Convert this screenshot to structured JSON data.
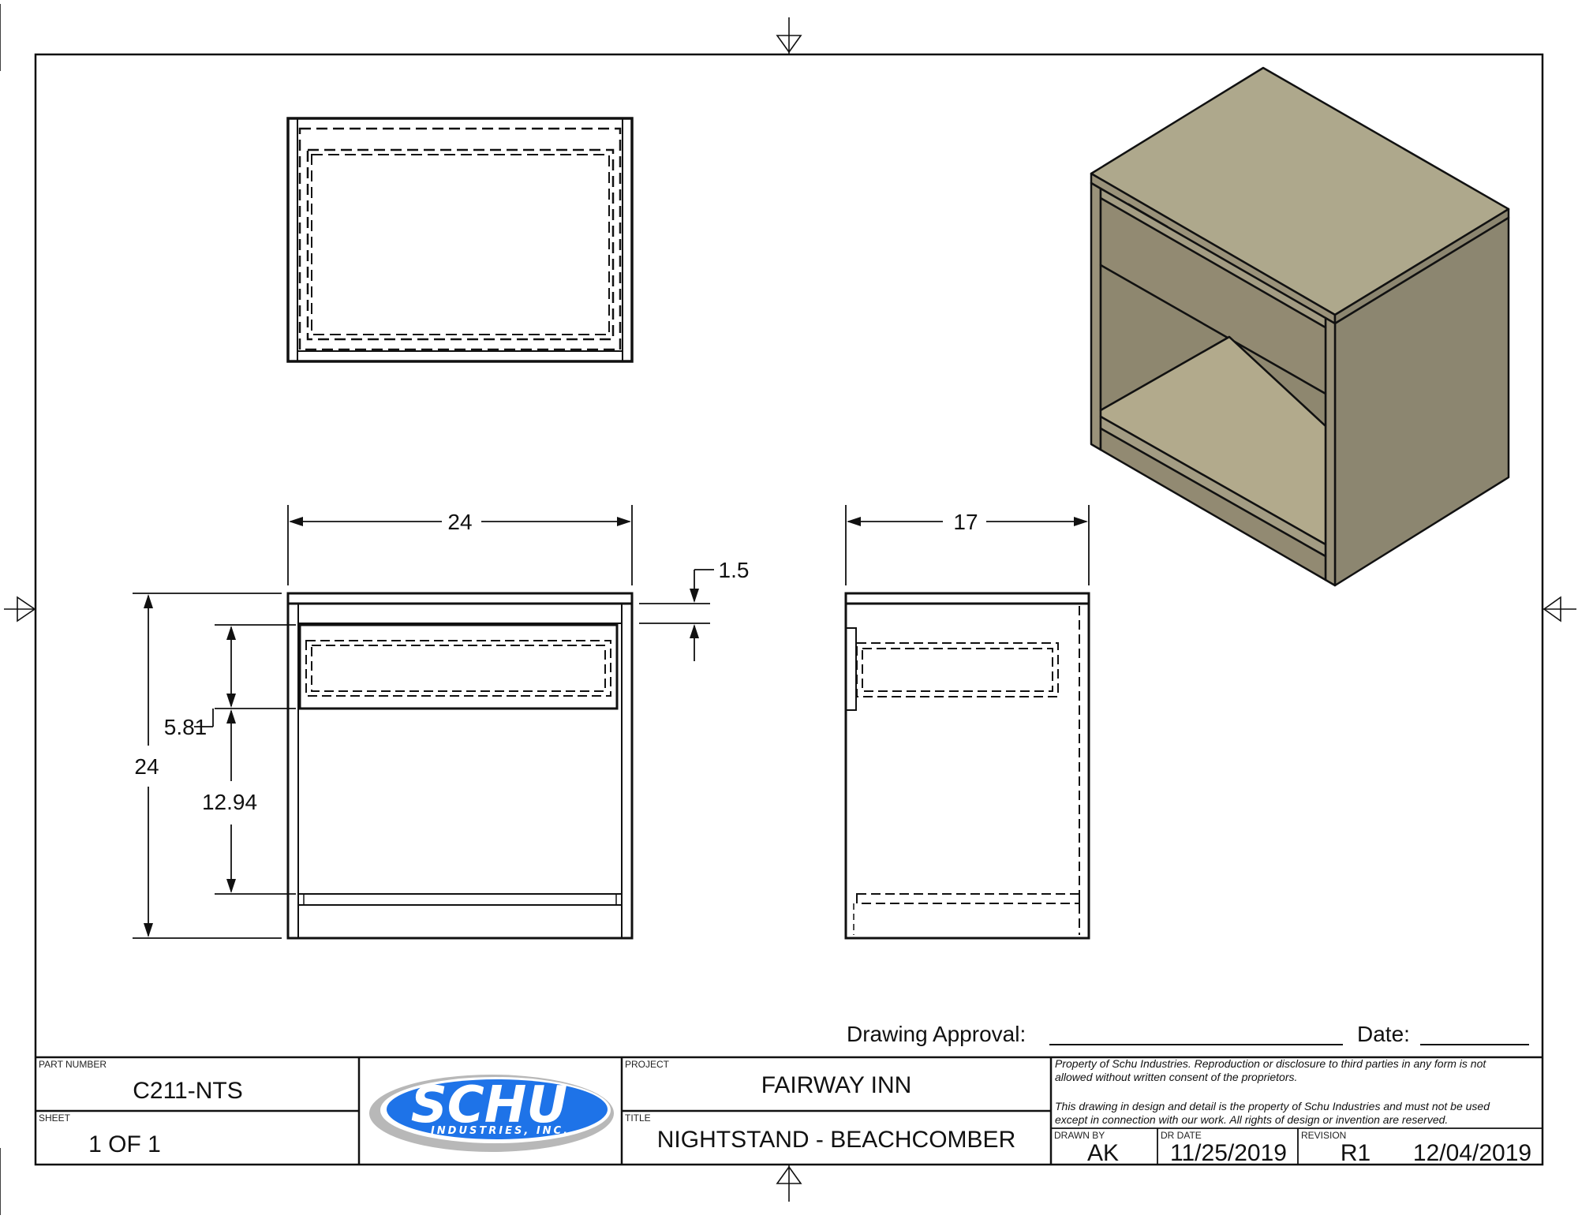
{
  "dimensions": {
    "front_width": "24",
    "front_height": "24",
    "top_thickness": "1.5",
    "drawer_height": "5.81",
    "opening_height": "12.94",
    "side_depth": "17"
  },
  "approval": {
    "drawing_approval_label": "Drawing Approval:",
    "date_label": "Date:"
  },
  "title_block": {
    "part_number_label": "PART NUMBER",
    "part_number": "C211-NTS",
    "sheet_label": "SHEET",
    "sheet": "1 OF 1",
    "project_label": "PROJECT",
    "project": "FAIRWAY INN",
    "title_label": "TITLE",
    "title": "NIGHTSTAND - BEACHCOMBER",
    "notice_line1": "Property of Schu Industries.  Reproduction or disclosure to third parties in any form is not",
    "notice_line2": "allowed without written consent of the proprietors.",
    "notice_line3": "This drawing in design and detail is the property of Schu Industries and must not be used",
    "notice_line4": "except in connection with our work.  All rights of design or invention are reserved.",
    "drawn_by_label": "DRAWN BY",
    "drawn_by": "AK",
    "dr_date_label": "DR DATE",
    "dr_date": "11/25/2019",
    "revision_label": "REVISION",
    "revision": "R1",
    "revision_date": "12/04/2019"
  },
  "logo": {
    "name": "SCHU",
    "subtitle": "INDUSTRIES, INC.",
    "colors": {
      "blue": "#1e73e8",
      "gray": "#b8b8b8"
    }
  },
  "colors": {
    "iso_top": "#aea88c",
    "iso_front": "#9a927a",
    "iso_side": "#8c8670",
    "iso_inner": "#b2aa8c"
  }
}
